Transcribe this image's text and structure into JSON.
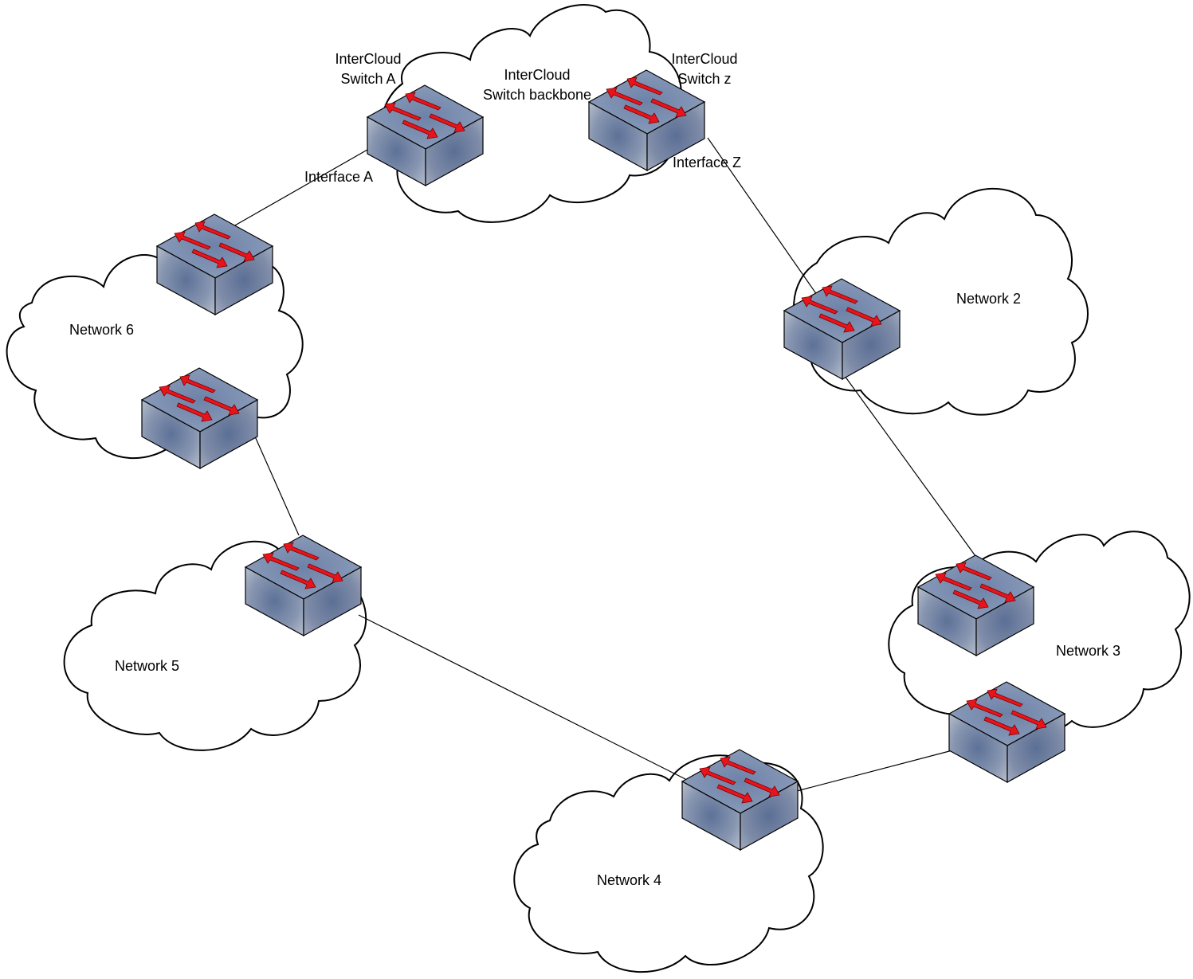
{
  "labels": {
    "switch_a": "InterCloud\nSwitch A",
    "backbone": "InterCloud\nSwitch backbone",
    "switch_z": "InterCloud\nSwitch z",
    "interface_a": "Interface A",
    "interface_z": "Interface Z",
    "network_2": "Network 2",
    "network_3": "Network 3",
    "network_4": "Network 4",
    "network_5": "Network 5",
    "network_6": "Network 6"
  },
  "colors": {
    "switch_top": "#8a9cbc",
    "switch_front": "#9aa8c0",
    "switch_side": "#7d8aa3",
    "arrow": "#e8141b",
    "outline": "#000000"
  }
}
